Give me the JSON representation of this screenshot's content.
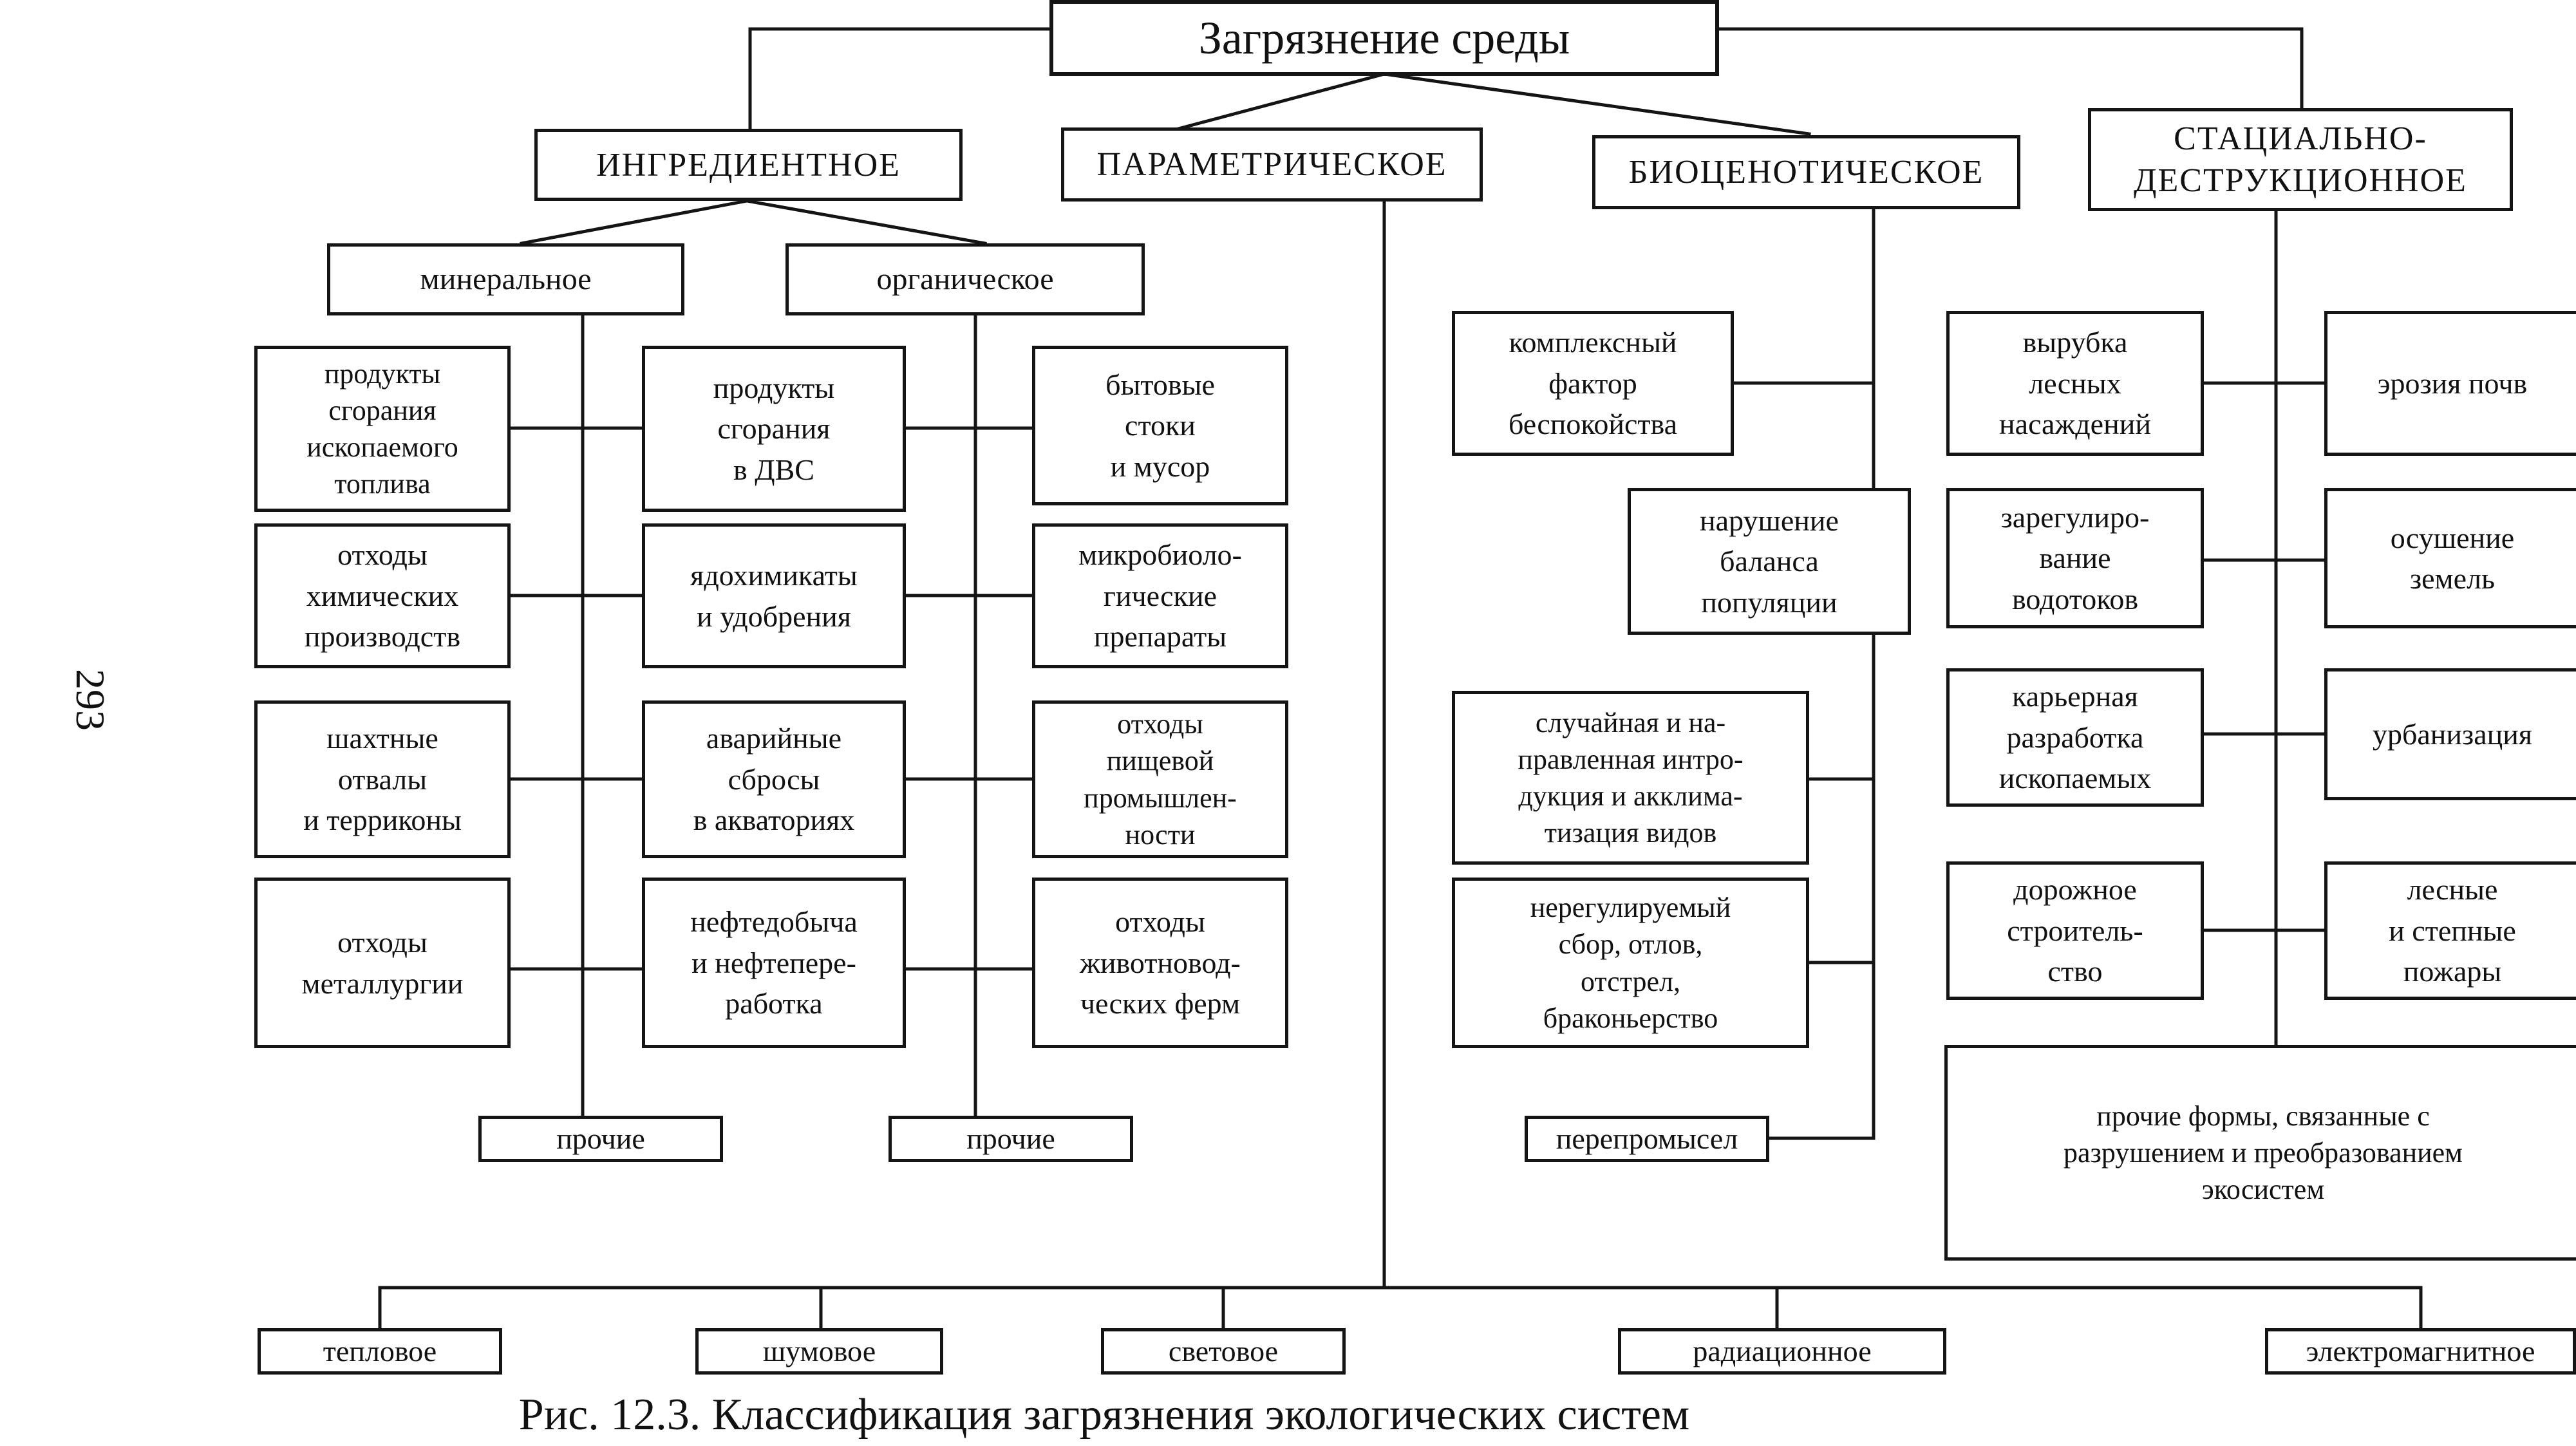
{
  "page_number": "293",
  "caption": "Рис. 12.3. Классификация загрязнения экологических систем",
  "root": "Загрязнение среды",
  "categories": {
    "ingredient": "ИНГРЕДИЕНТНОЕ",
    "parametric": "ПАРАМЕТРИЧЕСКОЕ",
    "biocenotic": "БИОЦЕНОТИЧЕСКОЕ",
    "stational": "СТАЦИАЛЬНО-\nДЕСТРУКЦИОННОЕ"
  },
  "ingredient": {
    "mineral": {
      "label": "минеральное",
      "items": [
        "продукты\nсгорания\nископаемого\nтоплива",
        "отходы\nхимических\nпроизводств",
        "шахтные\nотвалы\nи терриконы",
        "отходы\nметаллургии"
      ],
      "other": "прочие"
    },
    "organic": {
      "label": "органическое",
      "inner_items": [
        "продукты\nсгорания\nв ДВС",
        "ядохимикаты\nи удобрения",
        "аварийные\nсбросы\nв акваториях",
        "нефтедобыча\nи нефтепере-\nработка"
      ],
      "outer_items": [
        "бытовые\nстоки\nи мусор",
        "микробиоло-\nгические\nпрепараты",
        "отходы\nпищевой\nпромышлен-\nности",
        "отходы\nживотновод-\nческих ферм"
      ],
      "other": "прочие"
    }
  },
  "parametric_items": [
    "тепловое",
    "шумовое",
    "световое",
    "радиационное",
    "электромагнитное"
  ],
  "biocenotic_items": [
    "комплексный\nфактор\nбеспокойства",
    "нарушение\nбаланса\nпопуляции",
    "случайная и на-\nправленная интро-\nдукция и акклима-\nтизация видов",
    "нерегулируемый\nсбор, отлов,\nотстрел,\nбраконьерство",
    "перепромысел"
  ],
  "stational_left": [
    "вырубка\nлесных\nнасаждений",
    "зарегулиро-\nвание\nводотоков",
    "карьерная\nразработка\nископаемых",
    "дорожное\nстроитель-\nство"
  ],
  "stational_right": [
    "эрозия почв",
    "осушение\nземель",
    "урбанизация",
    "лесные\nи степные\nпожары"
  ],
  "stational_other": "прочие формы, связанные с\nразрушением и преобразованием\nэкосистем"
}
